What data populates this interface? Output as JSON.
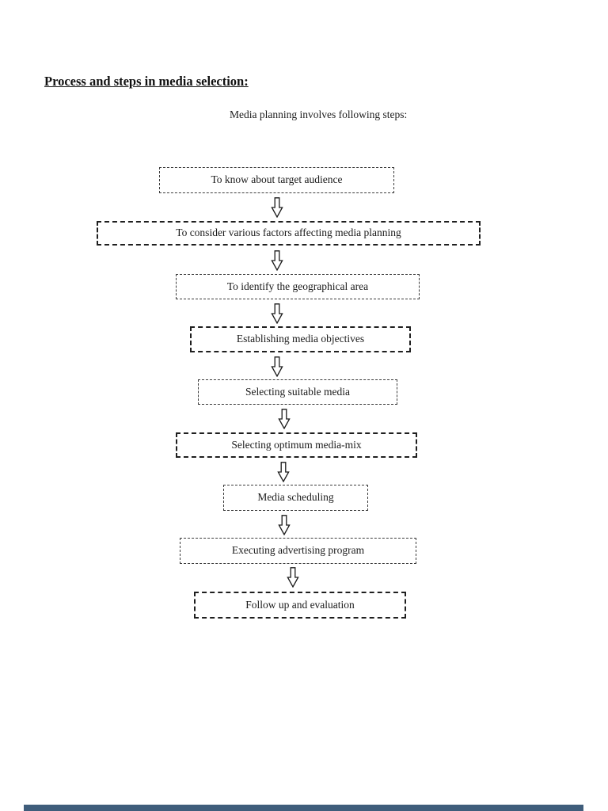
{
  "page": {
    "title": "Process and steps in media selection:",
    "subtitle": "Media planning involves following steps:"
  },
  "flow": {
    "connector_icon": "hollow-down-arrow-icon",
    "steps": [
      {
        "label": "To know about target audience"
      },
      {
        "label": "To consider various factors affecting media planning"
      },
      {
        "label": "To identify the geographical area"
      },
      {
        "label": "Establishing media objectives"
      },
      {
        "label": "Selecting suitable media"
      },
      {
        "label": "Selecting optimum media-mix"
      },
      {
        "label": "Media scheduling"
      },
      {
        "label": "Executing advertising program"
      },
      {
        "label": "Follow up and evaluation"
      }
    ]
  },
  "footer": {
    "progress_bar_color": "#3f5d7b"
  }
}
